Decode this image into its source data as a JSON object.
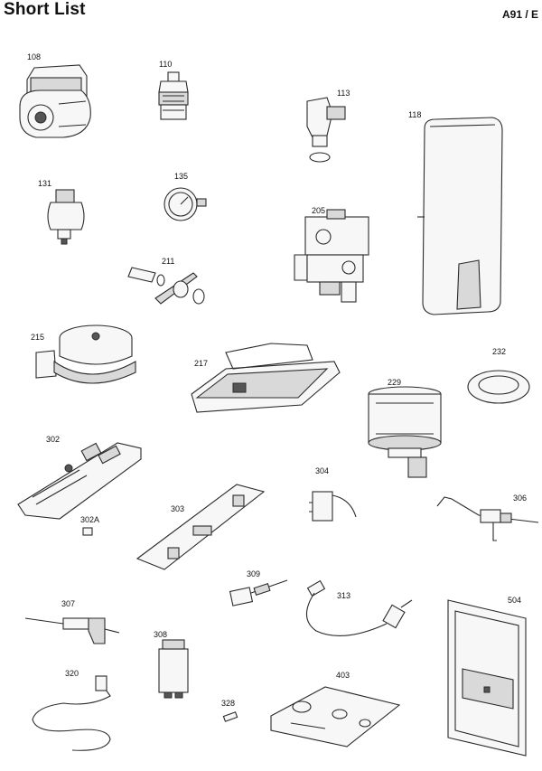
{
  "header": {
    "title": "Short List",
    "code": "A91 / E"
  },
  "parts": [
    {
      "id": "p108",
      "label": "108"
    },
    {
      "id": "p110",
      "label": "110"
    },
    {
      "id": "p113",
      "label": "113"
    },
    {
      "id": "p118",
      "label": "118"
    },
    {
      "id": "p131",
      "label": "131"
    },
    {
      "id": "p135",
      "label": "135"
    },
    {
      "id": "p205",
      "label": "205"
    },
    {
      "id": "p211",
      "label": "211"
    },
    {
      "id": "p215",
      "label": "215"
    },
    {
      "id": "p217",
      "label": "217"
    },
    {
      "id": "p229",
      "label": "229"
    },
    {
      "id": "p232",
      "label": "232"
    },
    {
      "id": "p302",
      "label": "302"
    },
    {
      "id": "p302a",
      "label": "302A"
    },
    {
      "id": "p303",
      "label": "303"
    },
    {
      "id": "p304",
      "label": "304"
    },
    {
      "id": "p306",
      "label": "306"
    },
    {
      "id": "p307",
      "label": "307"
    },
    {
      "id": "p308",
      "label": "308"
    },
    {
      "id": "p309",
      "label": "309"
    },
    {
      "id": "p313",
      "label": "313"
    },
    {
      "id": "p320",
      "label": "320"
    },
    {
      "id": "p328",
      "label": "328"
    },
    {
      "id": "p403",
      "label": "403"
    },
    {
      "id": "p504",
      "label": "504"
    }
  ]
}
